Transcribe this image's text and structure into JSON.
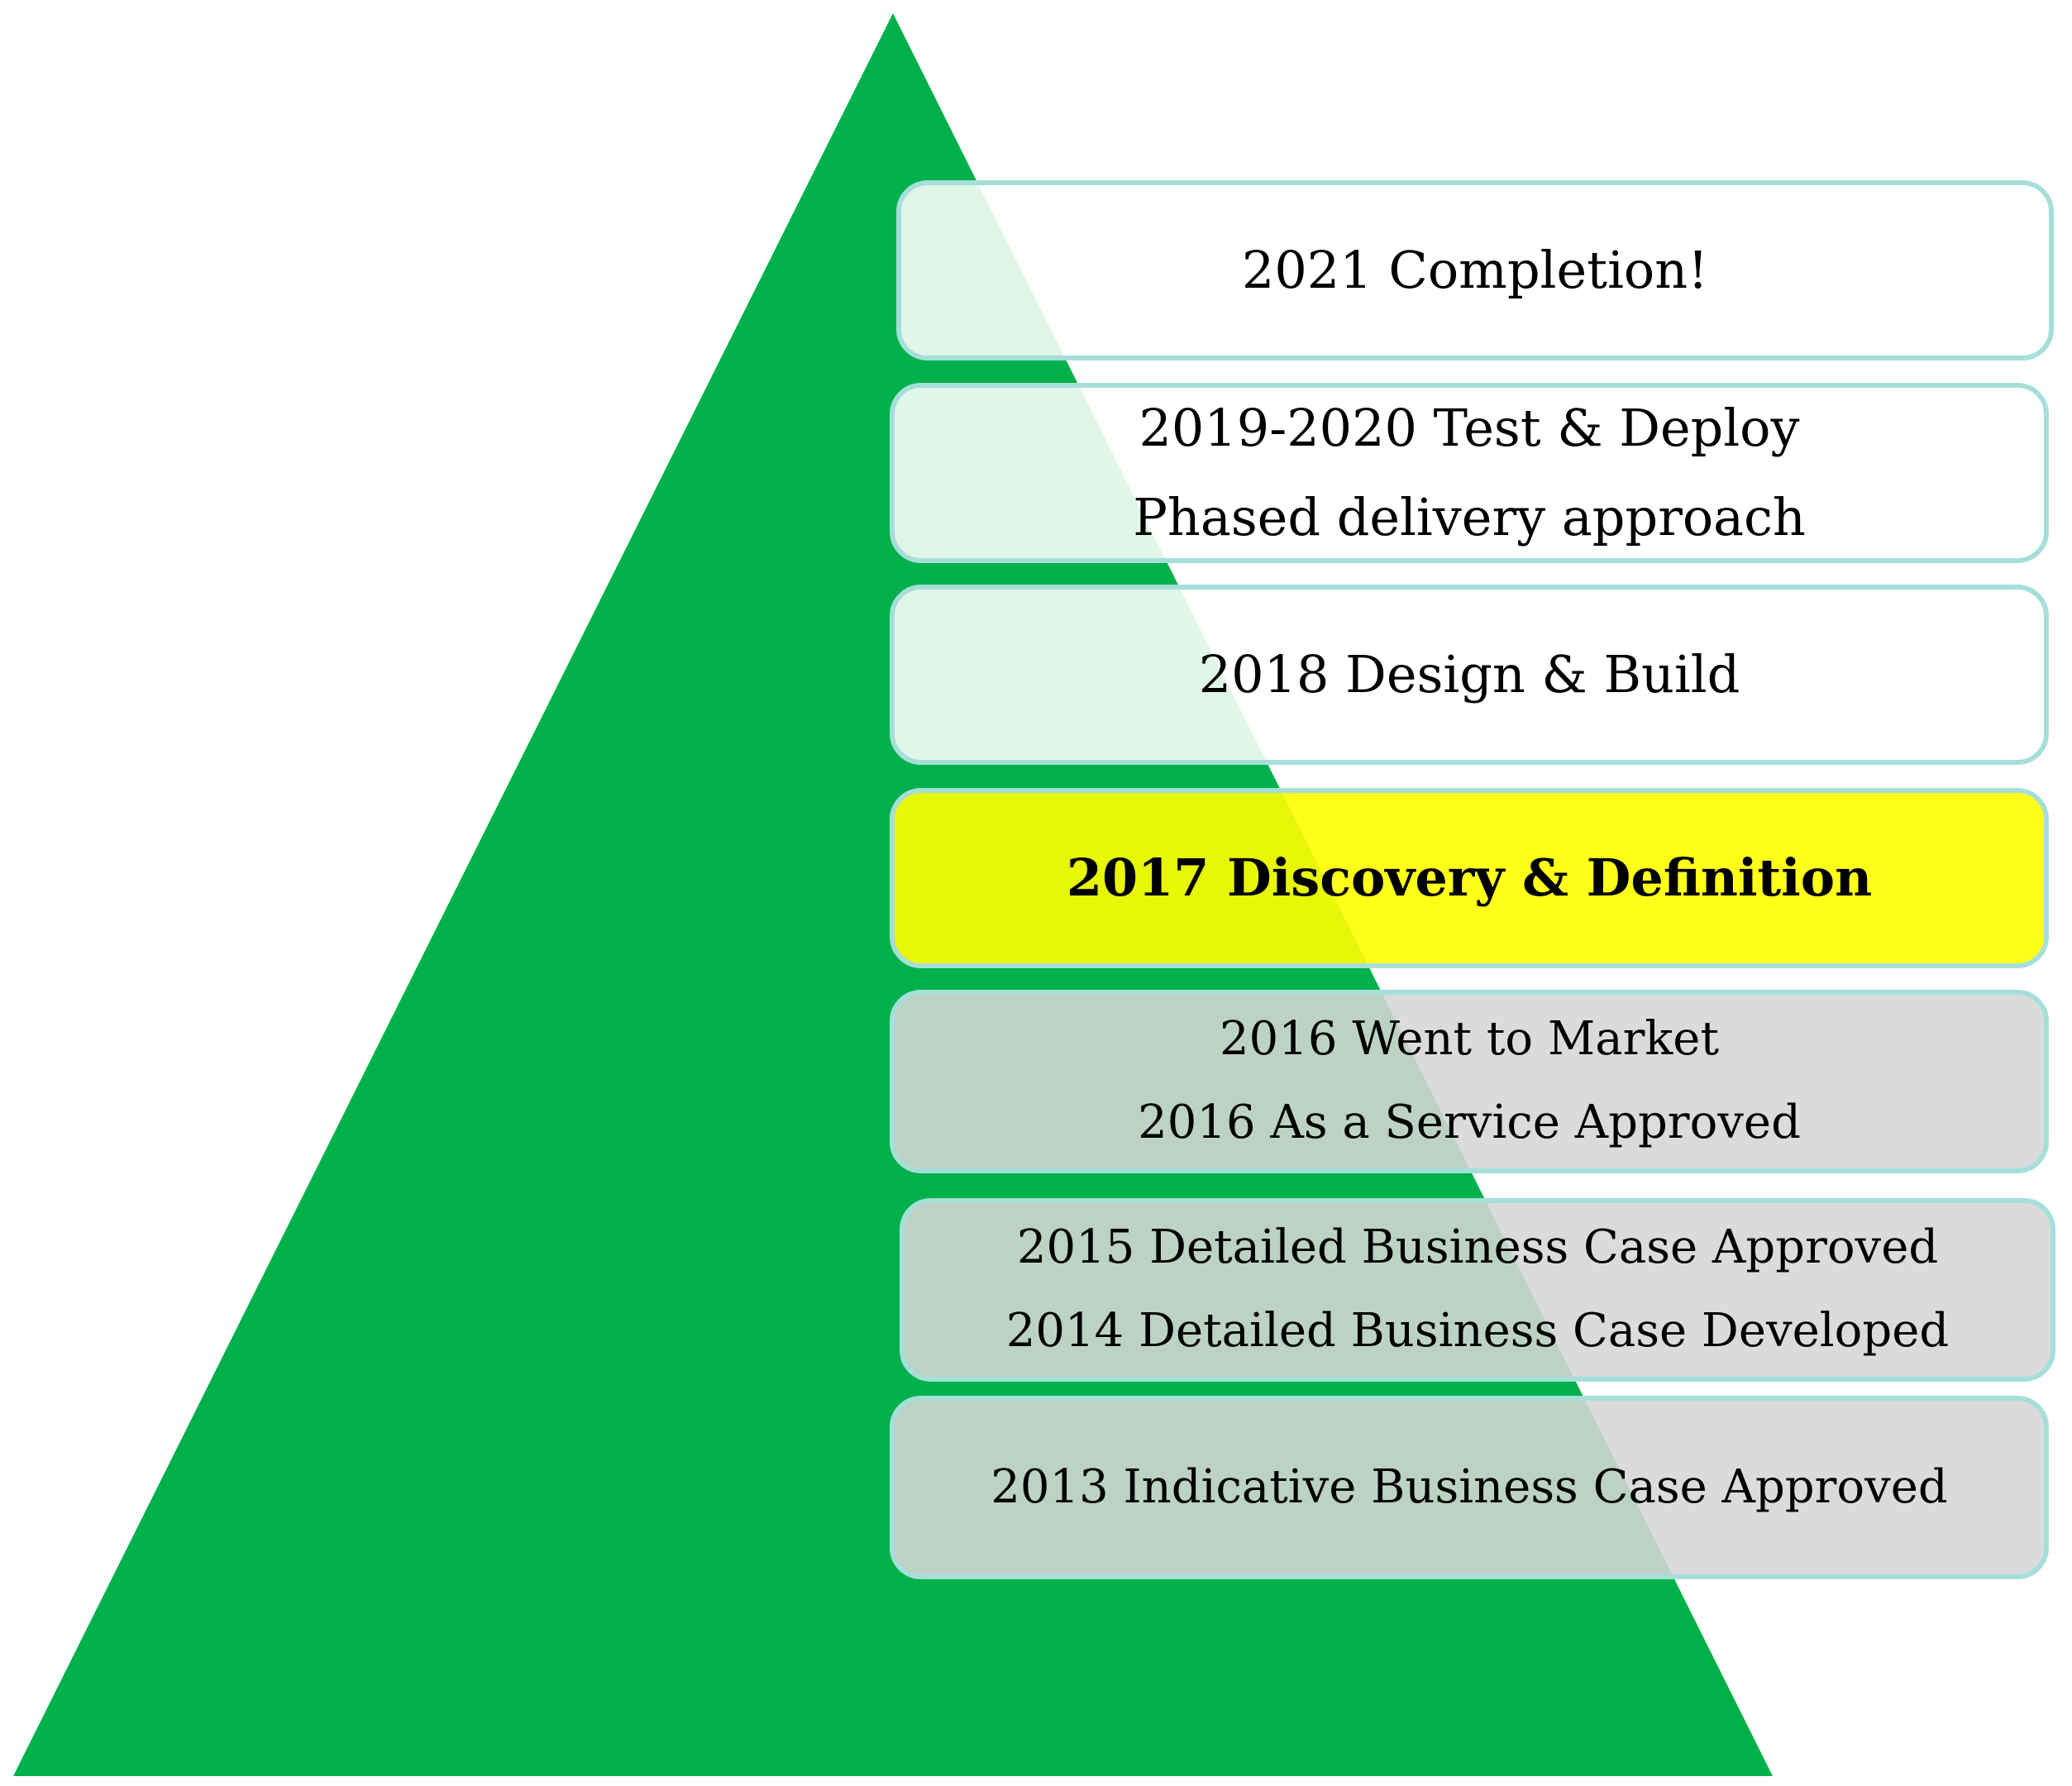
{
  "colors": {
    "pyramid": "#00b04a",
    "future_stage": "rgba(255,255,255,0.88)",
    "current_stage": "rgba(255,255,0,0.90)",
    "completed_stage": "rgba(214,214,214,0.88)",
    "stage_border": "#a6dfd9"
  },
  "stages": [
    {
      "status": "future",
      "lines": [
        "2021 Completion!"
      ]
    },
    {
      "status": "future",
      "lines": [
        "2019-2020 Test & Deploy",
        "Phased delivery approach"
      ]
    },
    {
      "status": "future",
      "lines": [
        "2018 Design & Build"
      ]
    },
    {
      "status": "current",
      "lines": [
        "2017 Discovery & Definition"
      ]
    },
    {
      "status": "completed",
      "lines": [
        "2016 Went to Market",
        "2016 As a Service Approved"
      ]
    },
    {
      "status": "completed",
      "lines": [
        "2015 Detailed Business Case Approved",
        "2014 Detailed Business Case Developed"
      ]
    },
    {
      "status": "completed",
      "lines": [
        "2013 Indicative Business Case Approved"
      ]
    }
  ]
}
